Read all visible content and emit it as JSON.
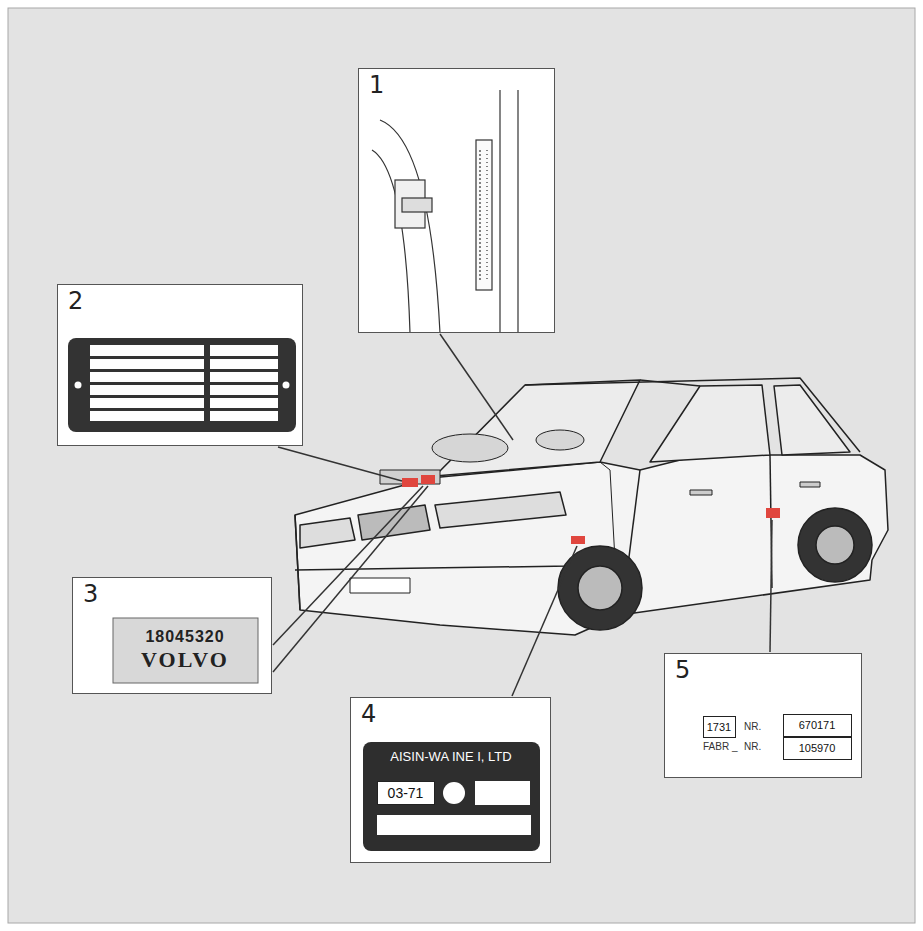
{
  "diagram": {
    "nodes": [
      {
        "text": [
          "1"
        ]
      },
      {
        "text": [
          "2"
        ]
      },
      {
        "text": [
          "3"
        ]
      },
      {
        "text": [
          "18045320",
          "VOLVO"
        ],
        "in": 2
      },
      {
        "text": [
          "4"
        ]
      },
      {
        "text": [
          "AISIN-WA INE I, LTD"
        ],
        "in": 4
      },
      {
        "text": [
          "03-71"
        ],
        "in": 5
      },
      {
        "text": [
          "5"
        ]
      },
      {
        "text": [
          "1731"
        ],
        "in": 7
      },
      {
        "text": [
          "670171"
        ],
        "in": 7
      },
      {
        "text": [
          "105970"
        ],
        "in": 7
      }
    ],
    "labels": [
      "NR.",
      "FABR _",
      "NR."
    ]
  }
}
